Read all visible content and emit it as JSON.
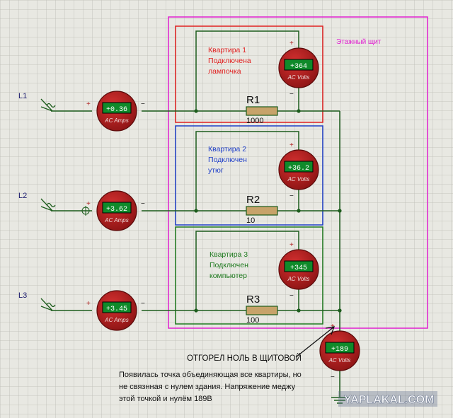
{
  "panel_title": "Этажный щит",
  "apartments": [
    {
      "title": "Квартира 1",
      "line2": "Подключена",
      "line3": "лампочка",
      "color": "#e02020",
      "voltmeter": {
        "value": "+364",
        "unit": "AC Volts"
      },
      "resistor": {
        "name": "R1",
        "value": "1000"
      }
    },
    {
      "title": "Квартира 2",
      "line2": "Подключен",
      "line3": "утюг",
      "color": "#1f3fc8",
      "voltmeter": {
        "value": "+36.2",
        "unit": "AC Volts"
      },
      "resistor": {
        "name": "R2",
        "value": "10"
      }
    },
    {
      "title": "Квартира 3",
      "line2": "Подключен",
      "line3": "компьютер",
      "color": "#1f7a1f",
      "voltmeter": {
        "value": "+345",
        "unit": "AC Volts"
      },
      "resistor": {
        "name": "R3",
        "value": "100"
      }
    }
  ],
  "phases": [
    {
      "name": "L1",
      "ammeter": {
        "value": "+0.36",
        "unit": "AC Amps"
      }
    },
    {
      "name": "L2",
      "ammeter": {
        "value": "+3.62",
        "unit": "AC Amps"
      }
    },
    {
      "name": "L3",
      "ammeter": {
        "value": "+3.45",
        "unit": "AC Amps"
      }
    }
  ],
  "neutral_voltmeter": {
    "value": "+189",
    "unit": "AC Volts"
  },
  "annotation_title": "ОТГОРЕЛ НОЛЬ В ЩИТОВОЙ",
  "annotation_lines": [
    "Появилась точка объединяющая все квартиры, но",
    "не связнная с нулем здания. Напряжение меджу",
    "этой точкой и нулём 189В"
  ],
  "meter_signs": {
    "plus": "+",
    "minus": "−"
  },
  "watermark": "YAPLAKAL.COM",
  "colors": {
    "panel_border": "#e020d0",
    "wire": "#1c5c1c",
    "meter_body": "#b02020",
    "meter_display": "#0f8a2a"
  }
}
